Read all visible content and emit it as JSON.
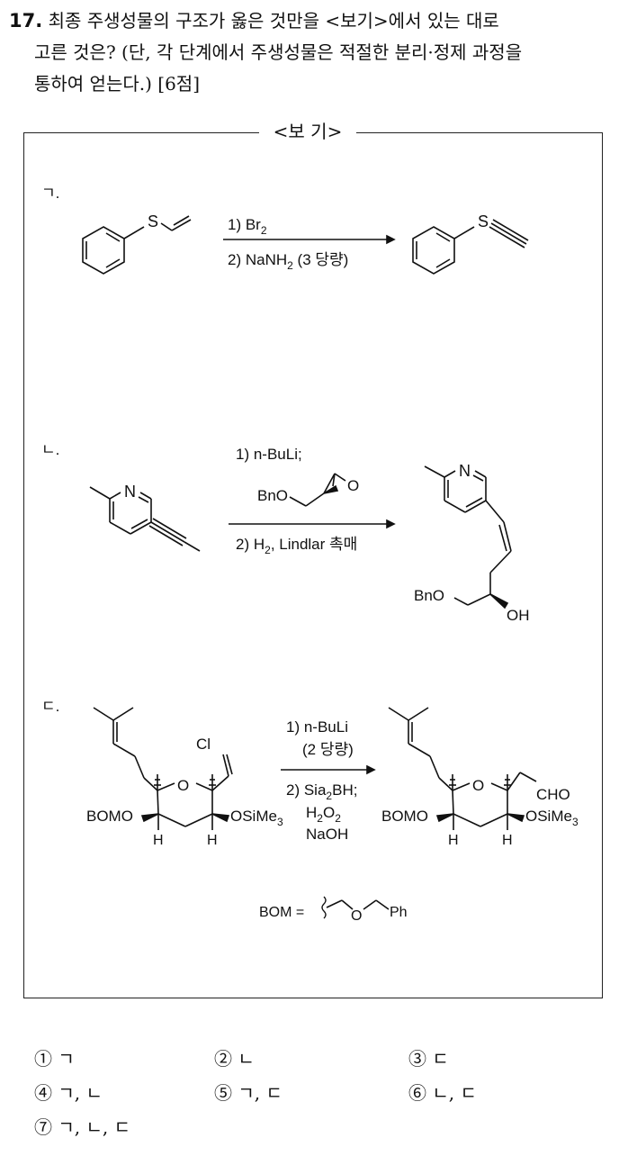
{
  "question": {
    "number": "17.",
    "line1": "최종 주생성물의 구조가 옳은 것만을 <보기>에서 있는 대로",
    "line2": "고른 것은? (단, 각 단계에서 주생성물은 적절한 분리·정제 과정을",
    "line3": "통하여 얻는다.) [6점]"
  },
  "box_title": "<보 기>",
  "items": {
    "a": {
      "label": "ㄱ.",
      "step1": "1) Br",
      "step1_sub": "2",
      "step2": "2) NaNH",
      "step2_sub": "2",
      "step2_tail": " (3 당량)",
      "atom_s1": "S",
      "atom_s2": "S"
    },
    "b": {
      "label": "ㄴ.",
      "step1": "1) n-BuLi;",
      "reagent_bno": "BnO",
      "reagent_o": "O",
      "step2": "2) H",
      "step2_sub": "2",
      "step2_tail": ", Lindlar 촉매",
      "atom_n1": "N",
      "atom_n2": "N",
      "prod_bno": "BnO",
      "prod_oh": "OH"
    },
    "c": {
      "label": "ㄷ.",
      "step1": "1) n-BuLi",
      "step1b": "(2 당량)",
      "step2": "2) Sia",
      "step2_sub": "2",
      "step2_tail": "BH;",
      "step3": "H",
      "step3_sub": "2",
      "step3_o": "O",
      "step3_sub2": "2",
      "step4": "NaOH",
      "sm_cl": "Cl",
      "sm_o": "O",
      "sm_bomo": "BOMO",
      "sm_h1": "H",
      "sm_h2": "H",
      "sm_osime": "OSiMe",
      "sm_osime_sub": "3",
      "pr_o": "O",
      "pr_cho": "CHO",
      "pr_bomo": "BOMO",
      "pr_h1": "H",
      "pr_h2": "H",
      "pr_osime": "OSiMe",
      "pr_osime_sub": "3",
      "bom_def": "BOM =",
      "bom_o": "O",
      "bom_ph": "Ph"
    }
  },
  "choices": [
    "① ㄱ",
    "② ㄴ",
    "③ ㄷ",
    "④ ㄱ, ㄴ",
    "⑤ ㄱ, ㄷ",
    "⑥ ㄴ, ㄷ",
    "⑦ ㄱ, ㄴ, ㄷ"
  ]
}
